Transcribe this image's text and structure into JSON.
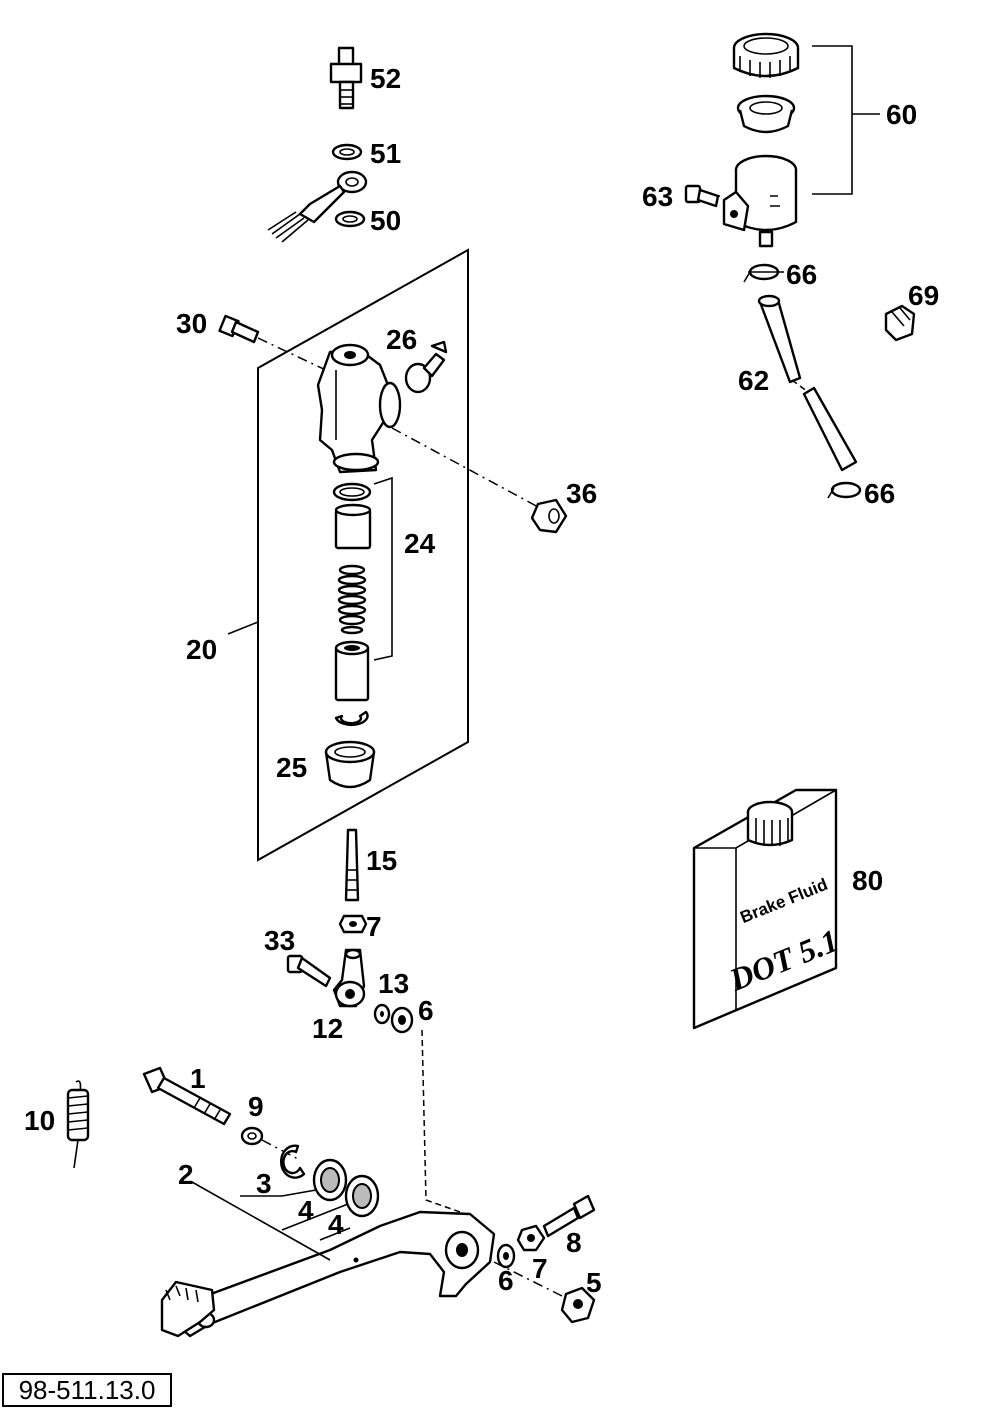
{
  "drawing_number": "98-511.13.0",
  "brake_fluid_can": {
    "line1": "Brake Fluid",
    "line2": "DOT 5.1"
  },
  "callouts": [
    {
      "id": "c52",
      "text": "52"
    },
    {
      "id": "c51",
      "text": "51"
    },
    {
      "id": "c50",
      "text": "50"
    },
    {
      "id": "c30",
      "text": "30"
    },
    {
      "id": "c26",
      "text": "26"
    },
    {
      "id": "c36",
      "text": "36"
    },
    {
      "id": "c24",
      "text": "24"
    },
    {
      "id": "c20",
      "text": "20"
    },
    {
      "id": "c25",
      "text": "25"
    },
    {
      "id": "c15",
      "text": "15"
    },
    {
      "id": "c7a",
      "text": "7"
    },
    {
      "id": "c33",
      "text": "33"
    },
    {
      "id": "c13",
      "text": "13"
    },
    {
      "id": "c6a",
      "text": "6"
    },
    {
      "id": "c12",
      "text": "12"
    },
    {
      "id": "c1",
      "text": "1"
    },
    {
      "id": "c9",
      "text": "9"
    },
    {
      "id": "c10",
      "text": "10"
    },
    {
      "id": "c2",
      "text": "2"
    },
    {
      "id": "c3",
      "text": "3"
    },
    {
      "id": "c4a",
      "text": "4"
    },
    {
      "id": "c4b",
      "text": "4"
    },
    {
      "id": "c8",
      "text": "8"
    },
    {
      "id": "c7b",
      "text": "7"
    },
    {
      "id": "c6b",
      "text": "6"
    },
    {
      "id": "c5",
      "text": "5"
    },
    {
      "id": "c60",
      "text": "60"
    },
    {
      "id": "c63",
      "text": "63"
    },
    {
      "id": "c66a",
      "text": "66"
    },
    {
      "id": "c69",
      "text": "69"
    },
    {
      "id": "c62",
      "text": "62"
    },
    {
      "id": "c66b",
      "text": "66"
    },
    {
      "id": "c80",
      "text": "80"
    }
  ]
}
